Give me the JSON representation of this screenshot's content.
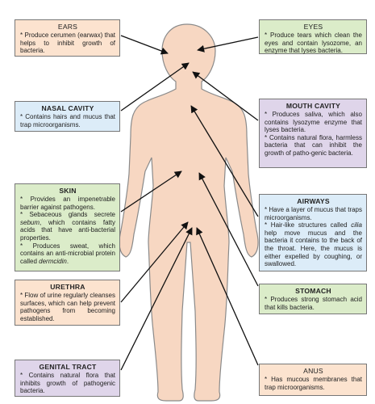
{
  "colors": {
    "body_fill": "#f7d7c2",
    "body_outline": "#8a8a8a",
    "arrow": "#111111",
    "peach": "#fce3cf",
    "blue": "#dcecf8",
    "green": "#dbecc9",
    "purple": "#dfd5ea"
  },
  "boxes": {
    "ears": {
      "title": "EARS",
      "lines": [
        "* Produce cerumen (earwax) that helps to inhibit growth of bacteria."
      ]
    },
    "eyes": {
      "title": "EYES",
      "lines": [
        "* Produce tears which clean the eyes and contain lysozome, an enzyme that lyses bacteria."
      ]
    },
    "nasal": {
      "title": "NASAL CAVITY",
      "lines": [
        "* Contains hairs and mucus that trap microorganisms."
      ]
    },
    "mouth": {
      "title": "MOUTH CAVITY",
      "lines": [
        "* Produces saliva, which also contains lysozyme enzyme that lyses bacteria.",
        "* Contains natural flora, harmless bacteria that can inhibit the growth of patho-genic bacteria."
      ]
    },
    "skin": {
      "title": "SKIN",
      "lines": [
        "* Provides an impenetrable barrier against pathogens.",
        "* Sebaceous glands secrete sebum, which contains fatty acids that have anti-bacterial properties.",
        "* Produces sweat, which contains an anti-microbial protein called dermcidin."
      ]
    },
    "airways": {
      "title": "AIRWAYS",
      "lines": [
        "* Have a layer of mucus that traps microorganisms.",
        "* Hair-like structures called cilia help move mucus and the bacteria it contains to the back of the throat. Here, the mucus is either expelled by coughing, or swallowed."
      ]
    },
    "urethra": {
      "title": "URETHRA",
      "lines": [
        "* Flow of urine regularly cleanses surfaces, which can help prevent pathogens from becoming established."
      ]
    },
    "stomach": {
      "title": "STOMACH",
      "lines": [
        "* Produces strong stomach acid that kills bacteria."
      ]
    },
    "genital": {
      "title": "GENITAL TRACT",
      "lines": [
        "* Contains natural flora that inhibits growth of pathogenic bacteria."
      ]
    },
    "anus": {
      "title": "ANUS",
      "lines": [
        "* Has mucous membranes that trap microorganisms."
      ]
    }
  }
}
